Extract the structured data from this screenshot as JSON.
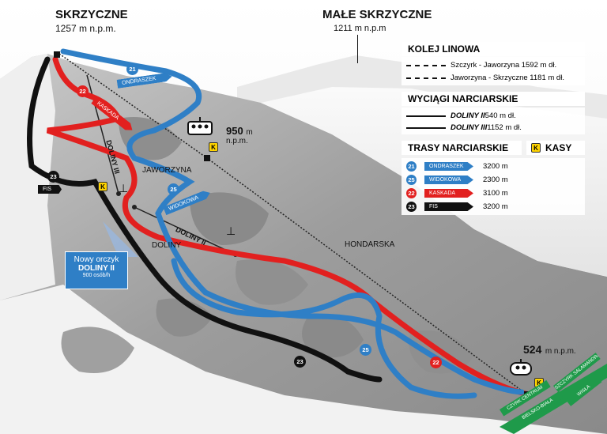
{
  "peaks": {
    "skrzyczne": {
      "name": "SKRZYCZNE",
      "elevation": "1257 m n.p.m."
    },
    "male_skrzyczne": {
      "name": "MAŁE SKRZYCZNE",
      "elevation": "1211 m n.p.m"
    }
  },
  "stations": {
    "middle": {
      "elevation": "950",
      "unit": "m",
      "suffix": "n.p.m."
    },
    "bottom": {
      "elevation": "524",
      "suffix": "m n.p.m."
    }
  },
  "legend": {
    "cable_title": "KOLEJ LINOWA",
    "cable_items": [
      "Szczyrk - Jaworzyna 1592 m dł.",
      "Jaworzyna - Skrzyczne 1181 m dł."
    ],
    "lifts_title": "WYCIĄGI NARCIARSKIE",
    "lift_items": [
      {
        "name": "DOLINY II",
        "length": " 540 m dł."
      },
      {
        "name": "DOLINY III",
        "length": " 1152 m dł."
      }
    ],
    "trails_title": "TRASY NARCIARSKIE",
    "kasy_label": "KASY",
    "kasy_badge": "K",
    "trails": [
      {
        "num": "21",
        "name": "ONDRASZEK",
        "length": "3200 m",
        "color": "#2f7fc6"
      },
      {
        "num": "25",
        "name": "WIDOKOWA",
        "length": "2300 m",
        "color": "#2f7fc6"
      },
      {
        "num": "22",
        "name": "KASKADA",
        "length": "3100 m",
        "color": "#e2201f"
      },
      {
        "num": "23",
        "name": "FIS",
        "length": "3200 m",
        "color": "#111111"
      }
    ]
  },
  "map_labels": {
    "jaworzyna": "JAWORZYNA",
    "doliny": "DOLINY",
    "hondarska": "HONDARSKA",
    "doliny_ii": "DOLINY II",
    "doliny_iii": "DOLINY III",
    "ondraszek": "ONDRASZEK",
    "kaskada": "KASKADA",
    "widokowa": "WIDOKOWA",
    "fis": "FIS"
  },
  "callout": {
    "title": "Nowy orczyk",
    "name": "DOLINY II",
    "capacity": "900 osób/h"
  },
  "route_markers": [
    "21",
    "22",
    "23",
    "25",
    "25",
    "22",
    "23"
  ],
  "kasy_markers": [
    "K",
    "K",
    "K"
  ],
  "road_signs": [
    "CZYRK CENTRUM",
    "BIELSKO-BIAŁA",
    "SZCZYRK SALAMANDRA",
    "WISŁA"
  ],
  "colors": {
    "blue": "#2f7fc6",
    "red": "#e2201f",
    "black": "#111111",
    "kasy": "#ffd400",
    "road": "#1f9a4a",
    "callout": "#2f7fc6"
  }
}
